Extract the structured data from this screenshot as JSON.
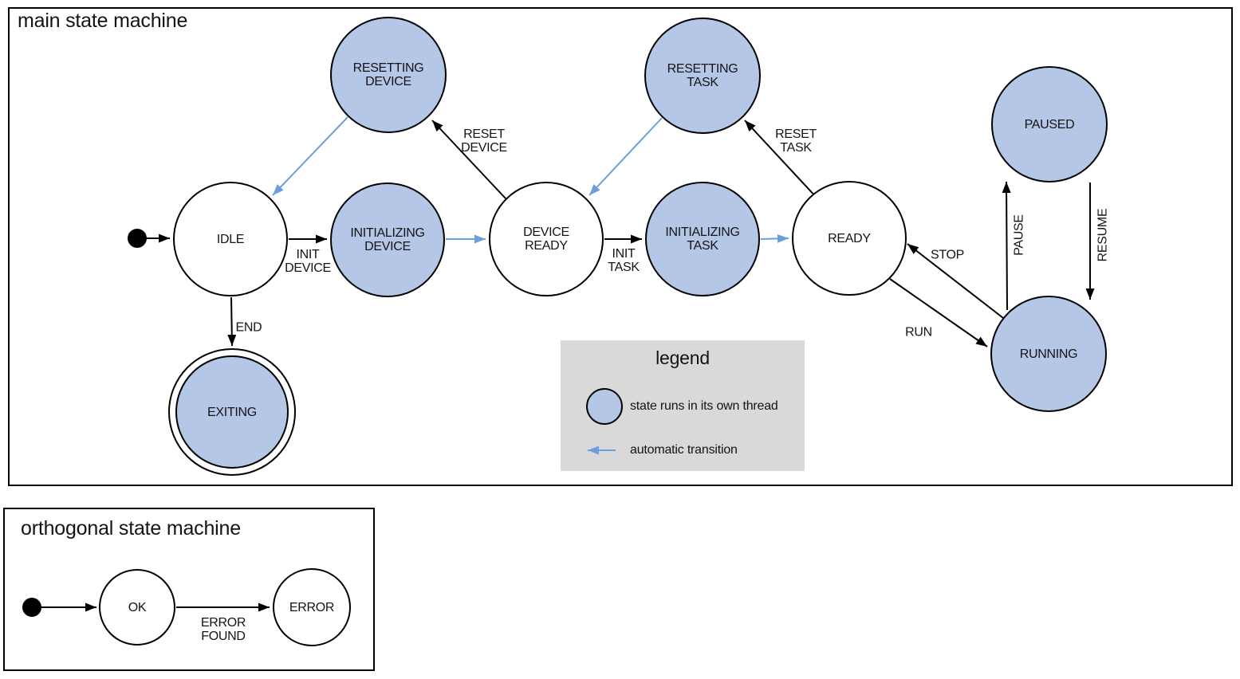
{
  "colors": {
    "state_fill": "#b4c7e7",
    "auto_transition_blue": "#6d9edc",
    "transition_black": "#000000",
    "legend_bg": "#d9d9d9"
  },
  "main_machine": {
    "title": "main state machine",
    "states": {
      "idle": {
        "label": "IDLE"
      },
      "resetting_device": {
        "label": "RESETTING\nDEVICE"
      },
      "initializing_device": {
        "label": "INITIALIZING\nDEVICE"
      },
      "device_ready": {
        "label": "DEVICE\nREADY"
      },
      "resetting_task": {
        "label": "RESETTING\nTASK"
      },
      "initializing_task": {
        "label": "INITIALIZING\nTASK"
      },
      "ready": {
        "label": "READY"
      },
      "paused": {
        "label": "PAUSED"
      },
      "running": {
        "label": "RUNNING"
      },
      "exiting": {
        "label": "EXITING"
      }
    },
    "transitions": {
      "init_device": {
        "label": "INIT\nDEVICE"
      },
      "reset_device": {
        "label": "RESET\nDEVICE"
      },
      "init_task": {
        "label": "INIT\nTASK"
      },
      "reset_task": {
        "label": "RESET\nTASK"
      },
      "stop": {
        "label": "STOP"
      },
      "run": {
        "label": "RUN"
      },
      "pause": {
        "label": "PAUSE"
      },
      "resume": {
        "label": "RESUME"
      },
      "end": {
        "label": "END"
      }
    }
  },
  "legend": {
    "title": "legend",
    "thread_item": "state runs in its own thread",
    "auto_item": "automatic transition"
  },
  "orthogonal_machine": {
    "title": "orthogonal state machine",
    "states": {
      "ok": {
        "label": "OK"
      },
      "error": {
        "label": "ERROR"
      }
    },
    "transitions": {
      "error_found": {
        "label": "ERROR\nFOUND"
      }
    }
  }
}
